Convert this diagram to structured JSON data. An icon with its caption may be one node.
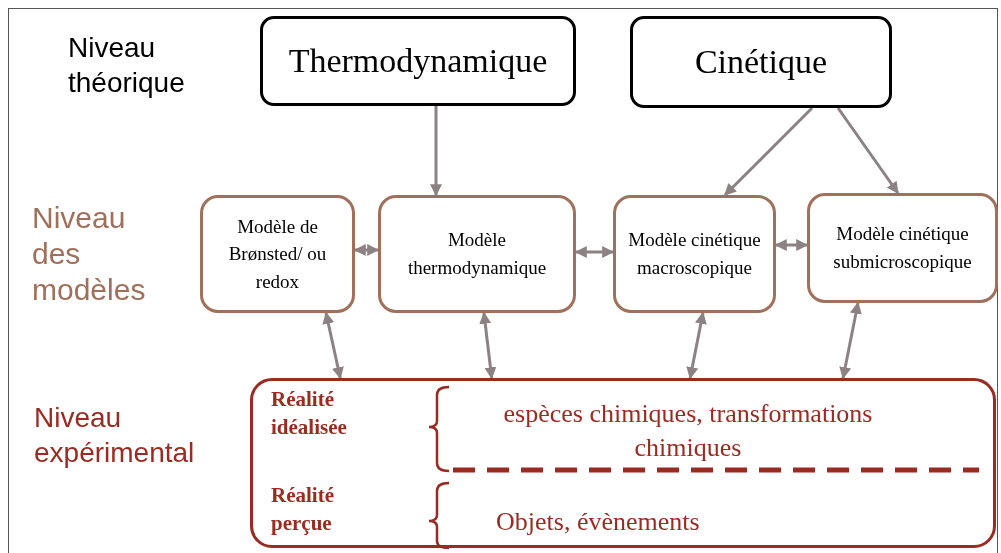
{
  "diagram": {
    "nodes": [
      {
        "text": [
          "Thermodynamique"
        ]
      },
      {
        "text": [
          "Cinétique"
        ]
      },
      {
        "text": [
          "Modèle de Brønsted/ ou redox"
        ]
      },
      {
        "text": [
          "Modèle thermodynamique"
        ]
      },
      {
        "text": [
          "Modèle cinétique macroscopique"
        ]
      },
      {
        "text": [
          "Modèle cinétique submicroscopique"
        ]
      },
      {
        "text": [
          "Réalité idéalisée",
          "espèces chimiques, transformations chimiques",
          "Réalité perçue",
          "Objets, évènements"
        ]
      }
    ],
    "edges": [
      {
        "from": 0,
        "to": 3,
        "arrow": "to"
      },
      {
        "from": 1,
        "to": 4,
        "arrow": "to"
      },
      {
        "from": 1,
        "to": 5,
        "arrow": "to"
      },
      {
        "from": 2,
        "to": 3,
        "arrow": "both"
      },
      {
        "from": 3,
        "to": 4,
        "arrow": "both"
      },
      {
        "from": 4,
        "to": 5,
        "arrow": "both"
      },
      {
        "from": 2,
        "to": 6,
        "arrow": "both"
      },
      {
        "from": 3,
        "to": 6,
        "arrow": "both"
      },
      {
        "from": 4,
        "to": 6,
        "arrow": "both"
      },
      {
        "from": 5,
        "to": 6,
        "arrow": "both"
      }
    ],
    "labels": [
      "Niveau théorique",
      "Niveau des modèles",
      "Niveau expérimental"
    ]
  }
}
